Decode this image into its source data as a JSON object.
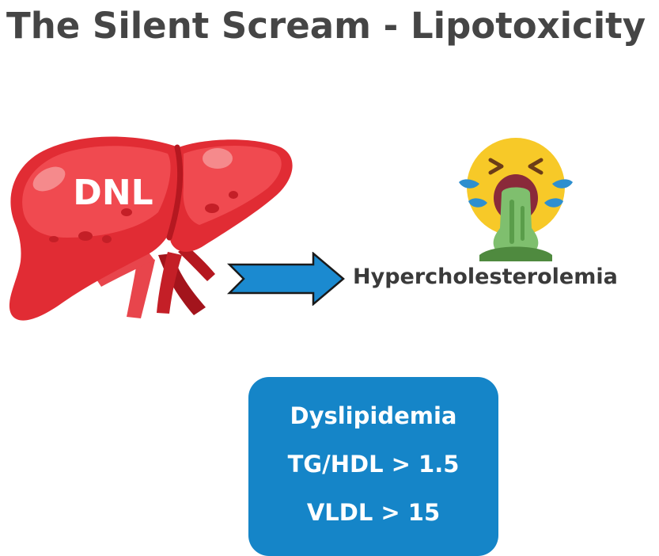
{
  "title": "The Silent Scream - Lipotoxicity",
  "liver": {
    "label": "DNL",
    "icon": "liver-icon",
    "color": "#e8333b"
  },
  "arrow": {
    "icon": "right-arrow-icon",
    "color": "#1b8ad0"
  },
  "emoji": {
    "icon": "vomiting-face-icon",
    "color": "#f7c928"
  },
  "condition": "Hypercholesterolemia",
  "info_box": {
    "color": "#1585c8",
    "lines": [
      "Dyslipidemia",
      "TG/HDL > 1.5",
      "VLDL > 15"
    ]
  }
}
